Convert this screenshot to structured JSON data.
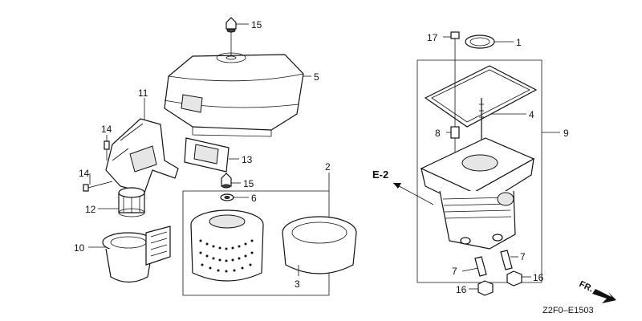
{
  "labels": {
    "p1": "1",
    "p2": "2",
    "p3": "3",
    "p4": "4",
    "p5": "5",
    "p6": "6",
    "p7a": "7",
    "p7b": "7",
    "p8": "8",
    "p9": "9",
    "p10": "10",
    "p11": "11",
    "p12": "12",
    "p13": "13",
    "p14a": "14",
    "p14b": "14",
    "p15a": "15",
    "p15b": "15",
    "p16a": "16",
    "p16b": "16",
    "p17": "17"
  },
  "ref": "E-2",
  "direction": "FR.",
  "code": "Z2F0–E1503"
}
